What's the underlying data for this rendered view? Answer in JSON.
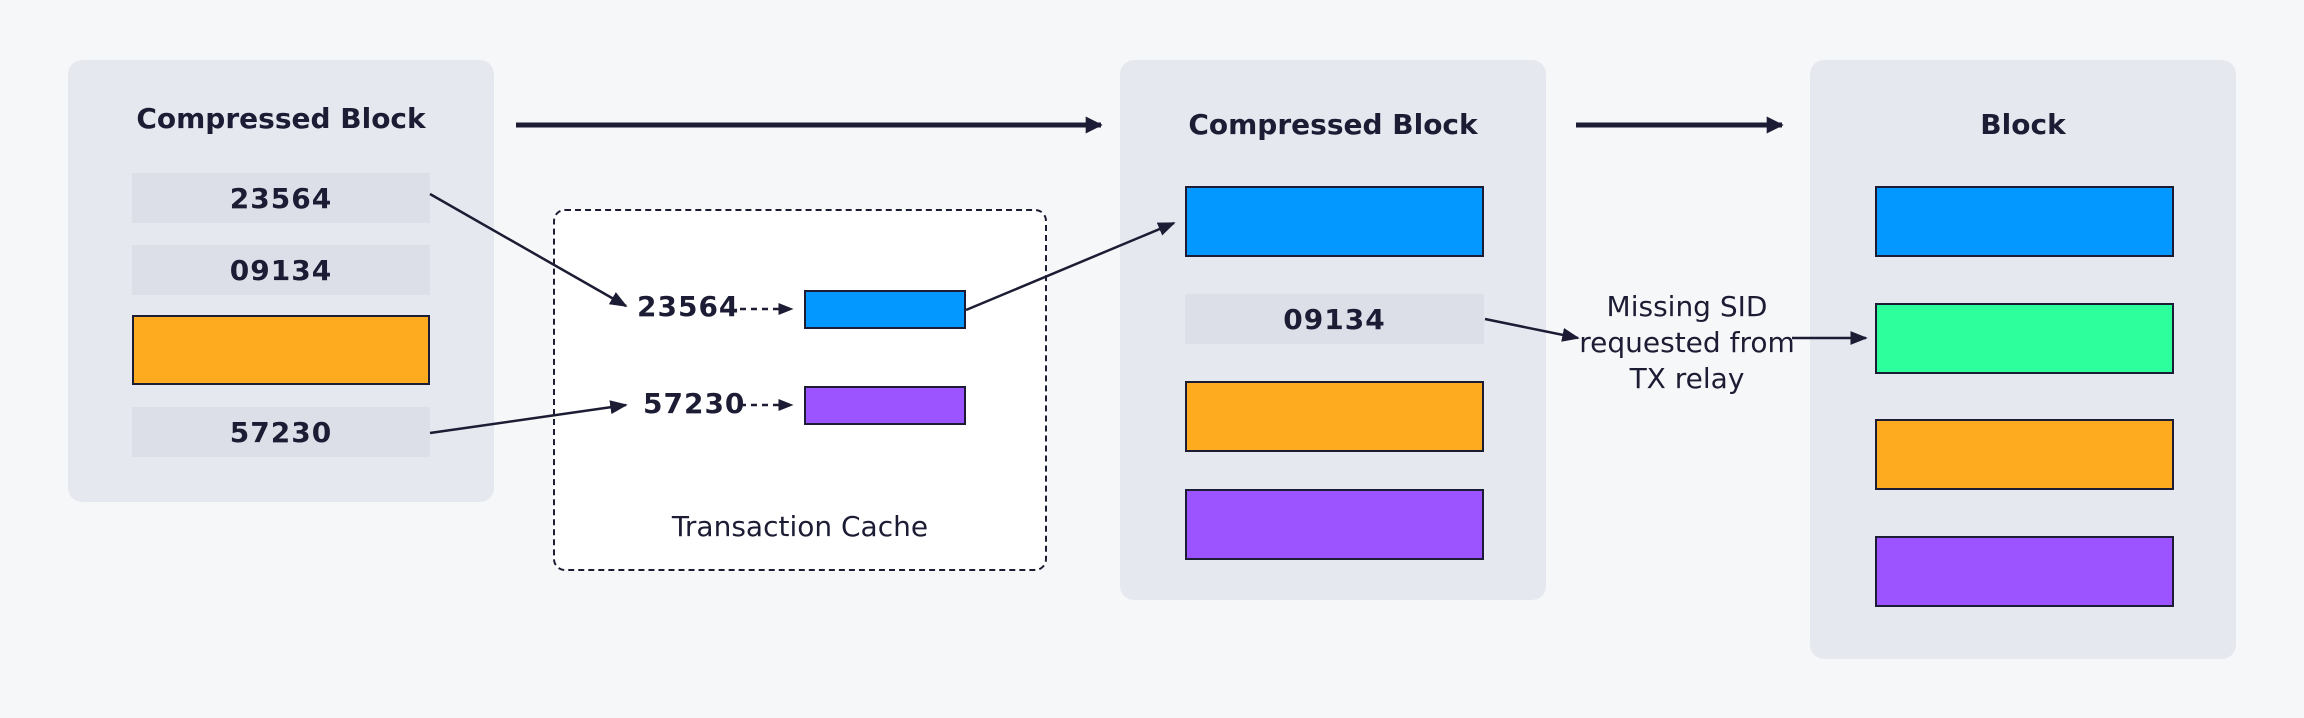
{
  "panels": {
    "left": {
      "title": "Compressed Block",
      "sids": [
        "23564",
        "09134",
        "57230"
      ]
    },
    "cache": {
      "label": "Transaction Cache",
      "entries": [
        "23564",
        "57230"
      ]
    },
    "middle": {
      "title": "Compressed Block",
      "sid": "09134"
    },
    "right": {
      "title": "Block"
    }
  },
  "missing_note": "Missing SID requested from TX relay",
  "colors": {
    "blue": "#0398ff",
    "orange": "#ffab1f",
    "purple": "#9b54ff",
    "green": "#2cff9b",
    "panel": "#e6e8ef",
    "sid_bg": "#dcdfe8",
    "ink": "#1c1c34"
  }
}
